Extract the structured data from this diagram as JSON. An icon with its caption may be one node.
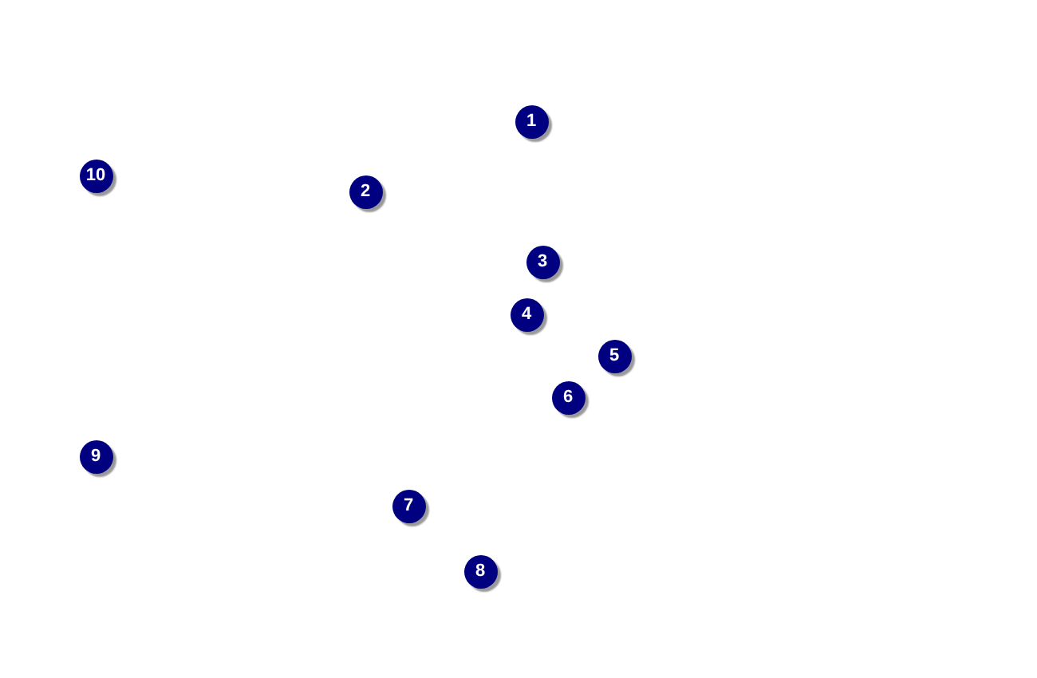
{
  "diagram": {
    "nodes": [
      {
        "text": [
          "1"
        ]
      },
      {
        "text": [
          "10"
        ]
      },
      {
        "text": [
          "2"
        ]
      },
      {
        "text": [
          "3"
        ]
      },
      {
        "text": [
          "4"
        ]
      },
      {
        "text": [
          "5"
        ]
      },
      {
        "text": [
          "6"
        ]
      },
      {
        "text": [
          "9"
        ]
      },
      {
        "text": [
          "7"
        ]
      },
      {
        "text": [
          "8"
        ]
      }
    ]
  }
}
